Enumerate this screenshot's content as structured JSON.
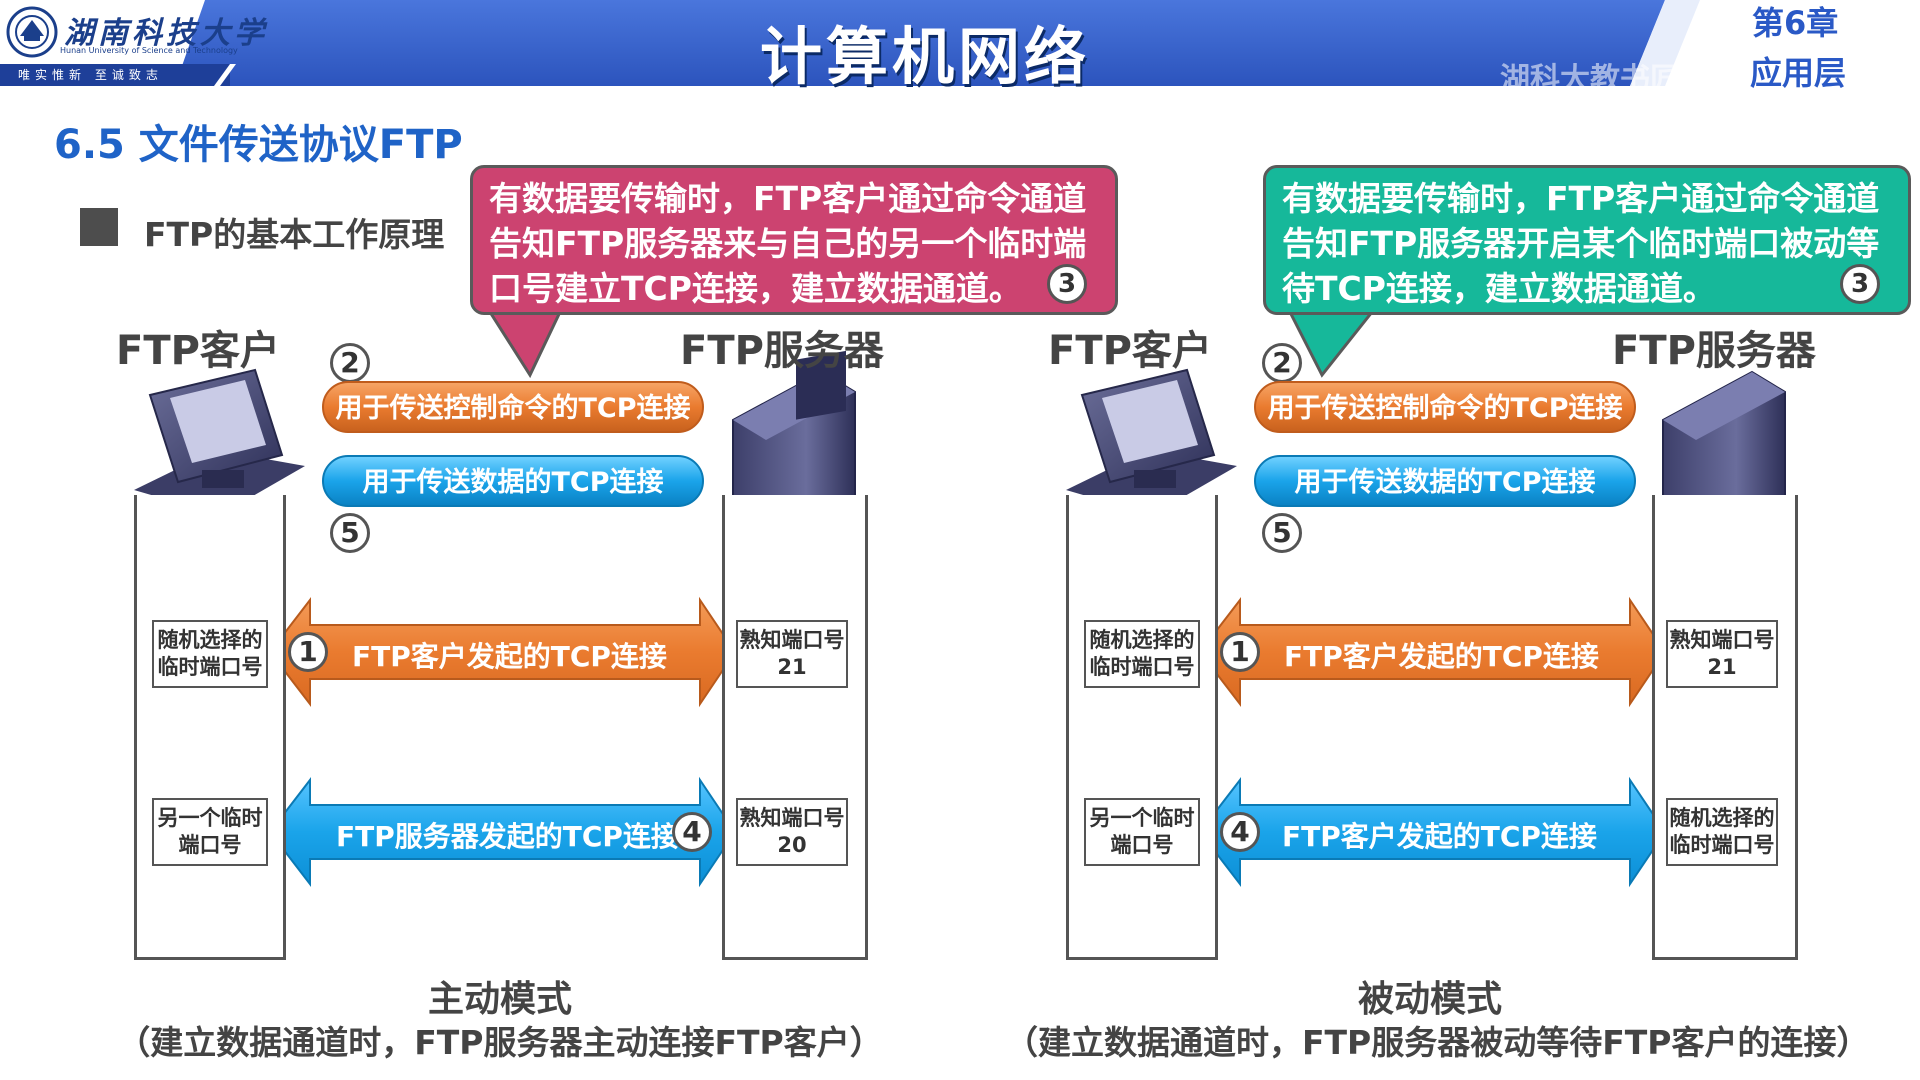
{
  "header": {
    "university_cn": "湖南科技大学",
    "university_en": "Hunan University of Science and Technology",
    "motto": "唯实惟新  至诚致志",
    "title": "计算机网络",
    "chapter": "第6章",
    "chapter_sub": "应用层",
    "watermark": "湖科大教书匠",
    "colors": {
      "band": "#3a62c9",
      "band_dark": "#1e3f99"
    }
  },
  "section_title": "6.5 文件传送协议FTP",
  "bullet": "FTP的基本工作原理",
  "active": {
    "callout": "有数据要传输时，FTP客户通过命令通道告知FTP服务器来与自己的另一个临时端口号建立TCP连接，建立数据通道。",
    "callout_num": "3",
    "client_label": "FTP客户",
    "server_label": "FTP服务器",
    "num_control": "2",
    "control_conn": "用于传送控制命令的TCP连接",
    "data_conn": "用于传送数据的TCP连接",
    "num_data": "5",
    "client_port1": "随机选择的临时端口号",
    "server_port1_line1": "熟知端口号",
    "server_port1_line2": "21",
    "arrow1_num": "1",
    "arrow1_label": "FTP客户发起的TCP连接",
    "client_port2": "另一个临时端口号",
    "server_port2_line1": "熟知端口号",
    "server_port2_line2": "20",
    "arrow4_num": "4",
    "arrow4_label": "FTP服务器发起的TCP连接",
    "mode_title": "主动模式",
    "mode_desc": "（建立数据通道时，FTP服务器主动连接FTP客户）"
  },
  "passive": {
    "callout": "有数据要传输时，FTP客户通过命令通道告知FTP服务器开启某个临时端口被动等待TCP连接，建立数据通道。",
    "callout_num": "3",
    "client_label": "FTP客户",
    "server_label": "FTP服务器",
    "num_control": "2",
    "control_conn": "用于传送控制命令的TCP连接",
    "data_conn": "用于传送数据的TCP连接",
    "num_data": "5",
    "client_port1": "随机选择的临时端口号",
    "server_port1_line1": "熟知端口号",
    "server_port1_line2": "21",
    "arrow1_num": "1",
    "arrow1_label": "FTP客户发起的TCP连接",
    "client_port2": "另一个临时端口号",
    "server_port2": "随机选择的临时端口号",
    "arrow4_num": "4",
    "arrow4_label": "FTP客户发起的TCP连接",
    "mode_title": "被动模式",
    "mode_desc": "（建立数据通道时，FTP服务器被动等待FTP客户的连接）"
  },
  "colors": {
    "orange": "#ea7b2f",
    "blue": "#1aa4ea",
    "callout_active": "#cc4370",
    "callout_passive": "#16b89a",
    "section_blue": "#1f63c7"
  }
}
